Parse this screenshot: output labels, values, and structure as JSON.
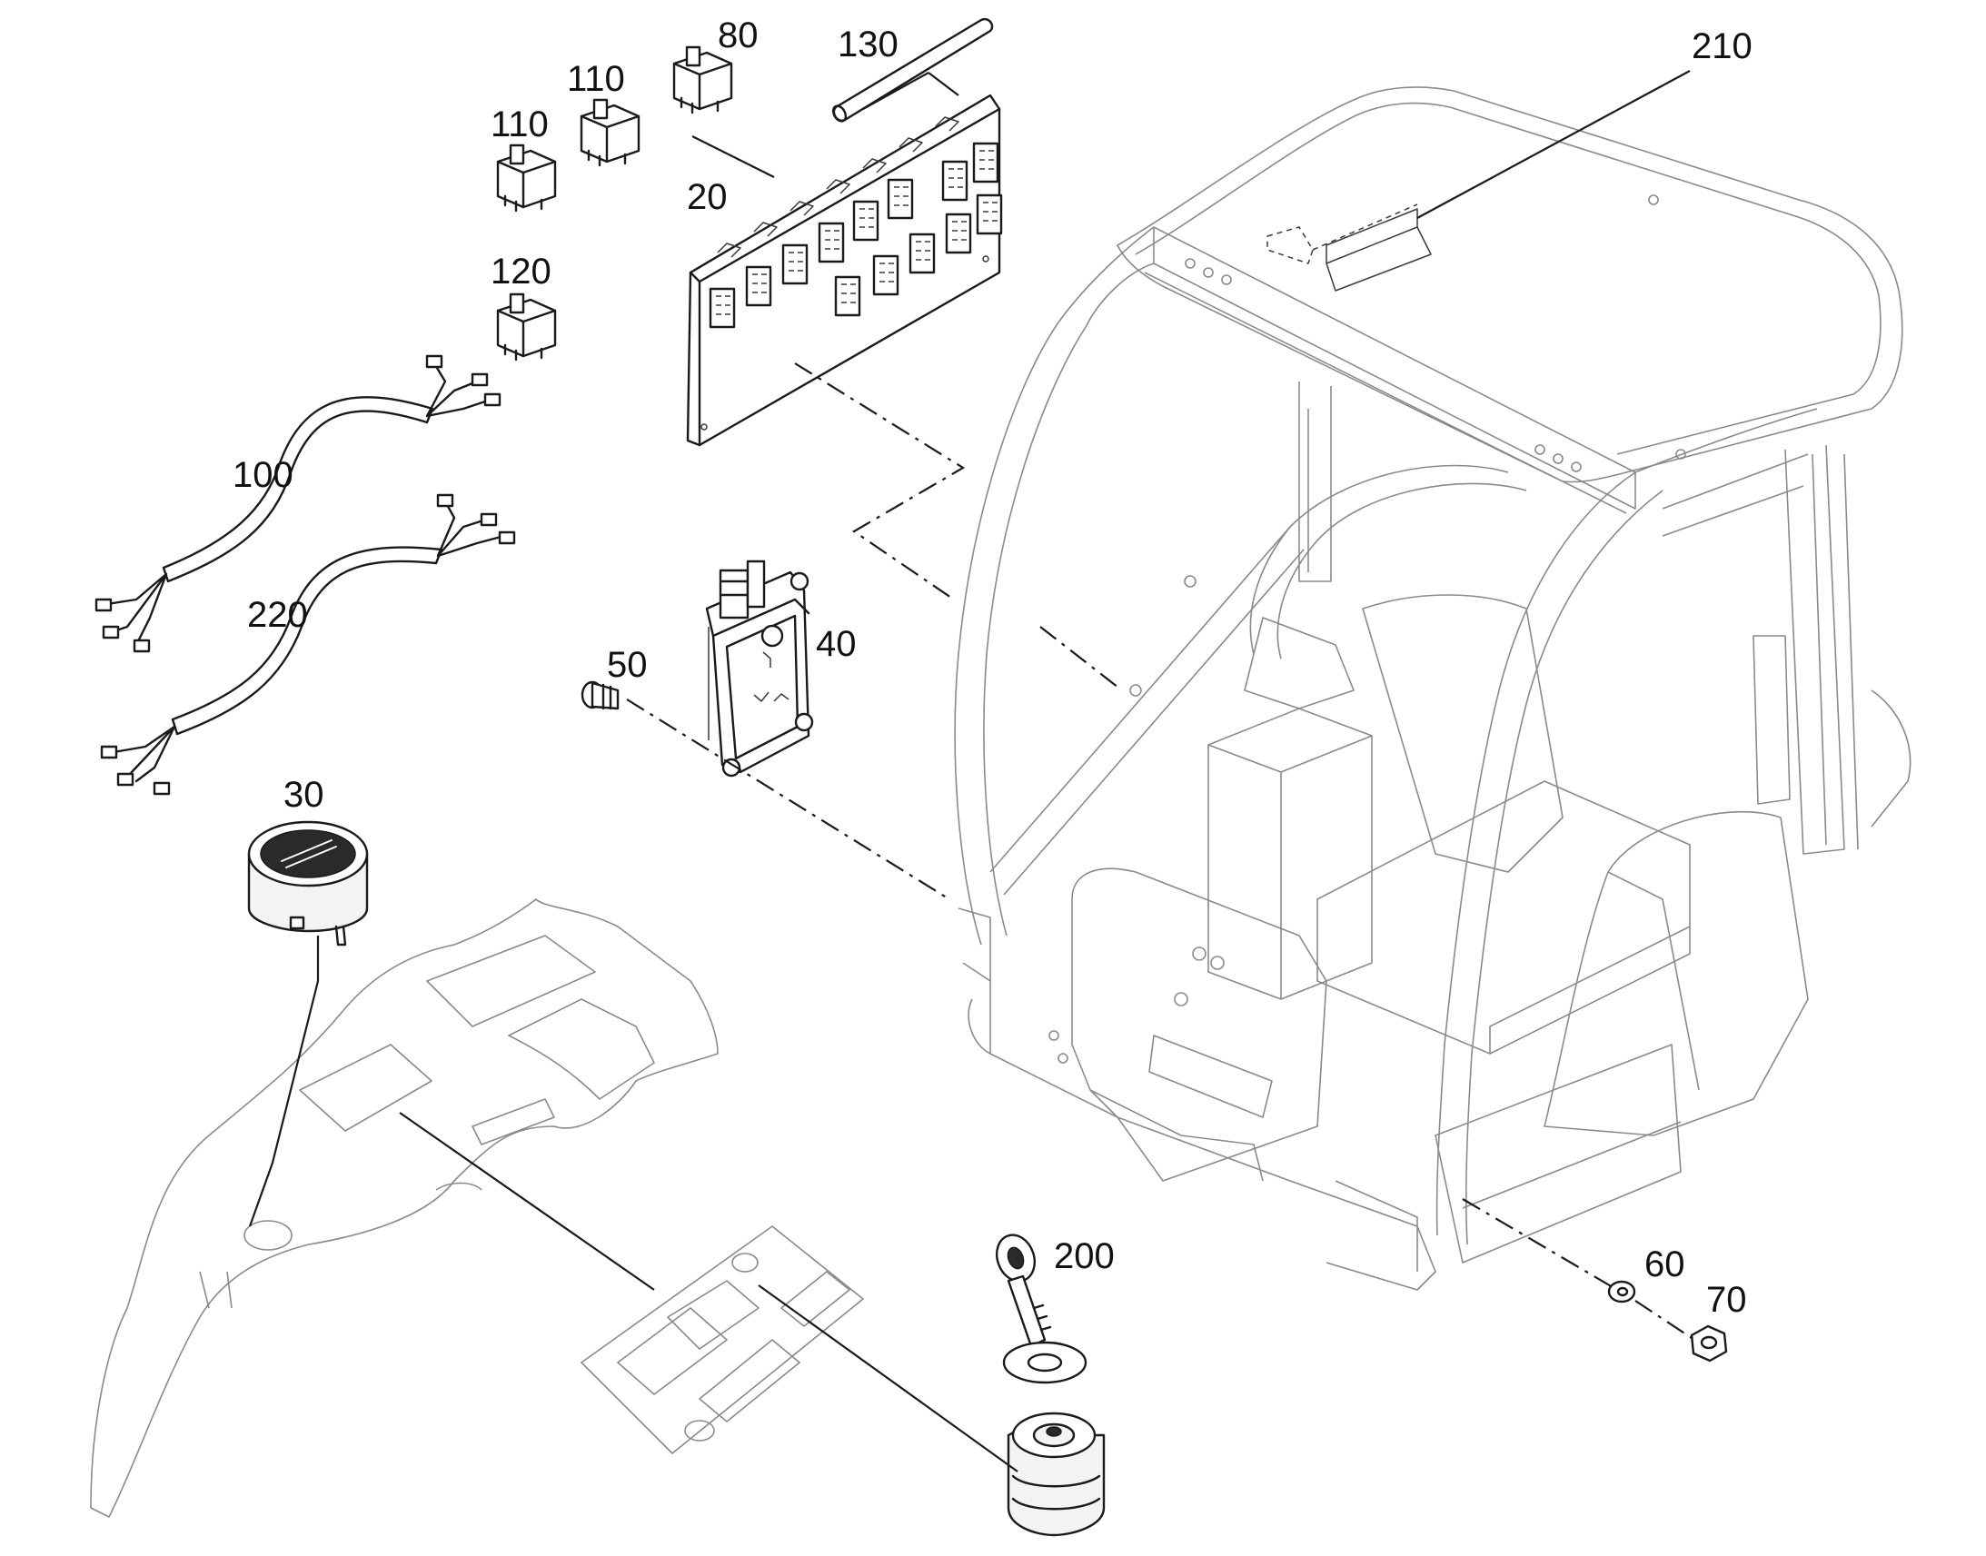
{
  "callouts": {
    "c80": "80",
    "c130": "130",
    "c210": "210",
    "c110a": "110",
    "c110b": "110",
    "c20": "20",
    "c120": "120",
    "c100": "100",
    "c220": "220",
    "c40": "40",
    "c50": "50",
    "c30": "30",
    "c200": "200",
    "c60": "60",
    "c70": "70"
  },
  "colors": {
    "line": "#1a1a1a",
    "background": "#ffffff"
  }
}
